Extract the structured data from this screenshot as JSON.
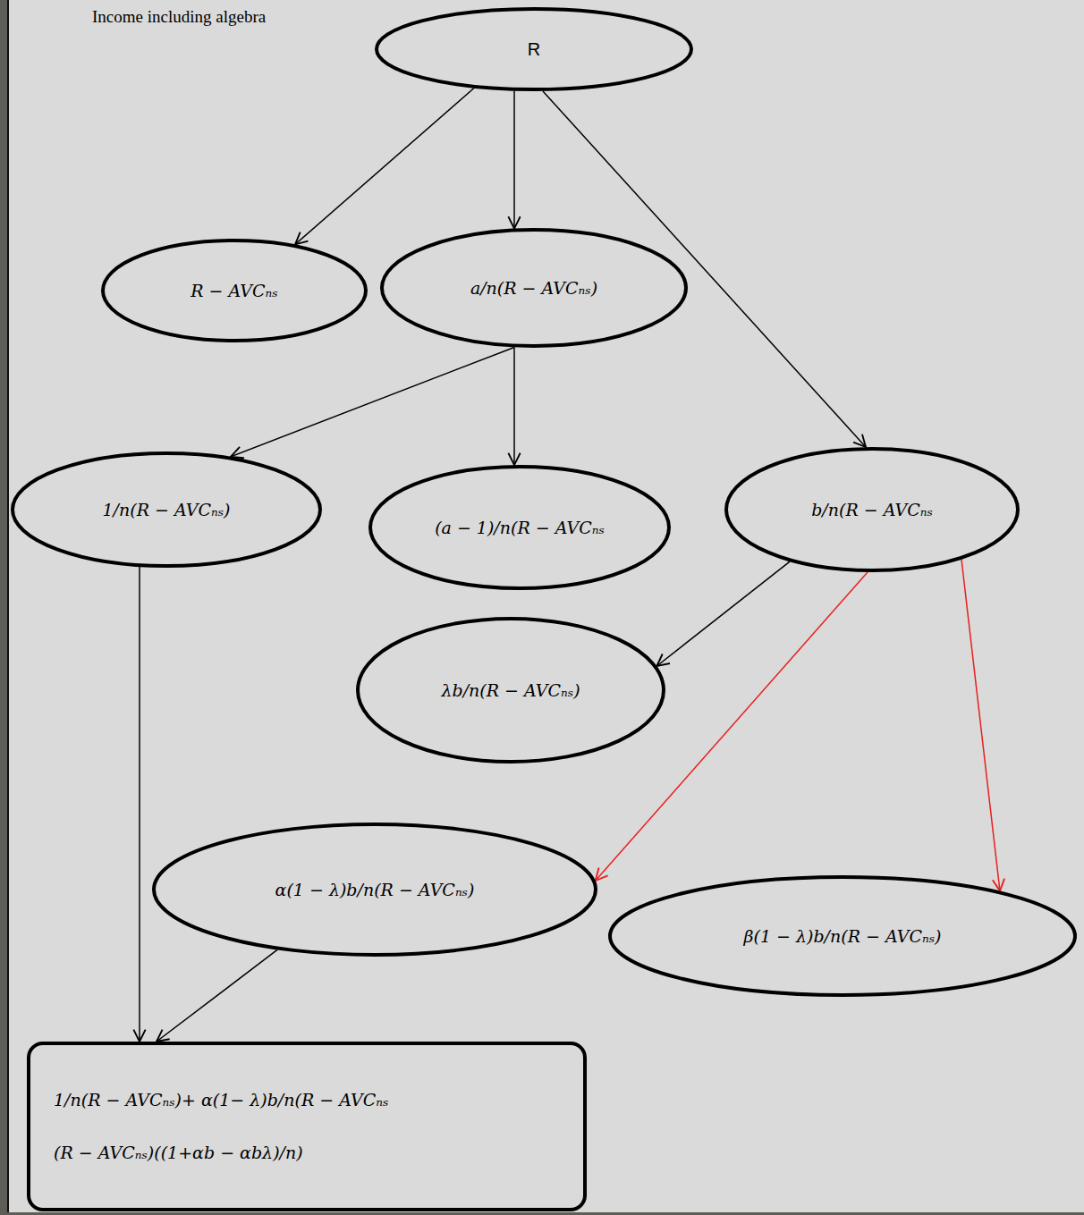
{
  "diagram": {
    "title": "Income including algebra",
    "nodes": [
      {
        "text": [
          "R"
        ]
      },
      {
        "text": [
          "R − AVCₙₛ"
        ]
      },
      {
        "text": [
          "a/n(R − AVCₙₛ)"
        ]
      },
      {
        "text": [
          "1/n(R − AVCₙₛ)"
        ]
      },
      {
        "text": [
          "(a − 1)/n(R − AVCₙₛ"
        ]
      },
      {
        "text": [
          "b/n(R − AVCₙₛ"
        ]
      },
      {
        "text": [
          "λb/n(R − AVCₙₛ)"
        ]
      },
      {
        "text": [
          "α(1 − λ)b/n(R − AVCₙₛ)"
        ]
      },
      {
        "text": [
          "β(1 − λ)b/n(R − AVCₙₛ)"
        ]
      },
      {
        "text": [
          "1/n(R − AVCₙₛ)+ α(1− λ)b/n(R − AVCₙₛ",
          "(R − AVCₙₛ)((1+αb − αbλ)/n)"
        ]
      }
    ],
    "edges": [
      {
        "from": 0,
        "to": 1,
        "arrow": "to"
      },
      {
        "from": 0,
        "to": 2,
        "arrow": "to"
      },
      {
        "from": 0,
        "to": 5,
        "arrow": "to"
      },
      {
        "from": 2,
        "to": 3,
        "arrow": "to"
      },
      {
        "from": 2,
        "to": 4,
        "arrow": "to"
      },
      {
        "from": 5,
        "to": 6,
        "arrow": "to"
      },
      {
        "from": 5,
        "to": 7,
        "arrow": "to"
      },
      {
        "from": 5,
        "to": 8,
        "arrow": "to"
      },
      {
        "from": 3,
        "to": 9,
        "arrow": "to"
      },
      {
        "from": 7,
        "to": 9,
        "arrow": "to"
      }
    ]
  }
}
